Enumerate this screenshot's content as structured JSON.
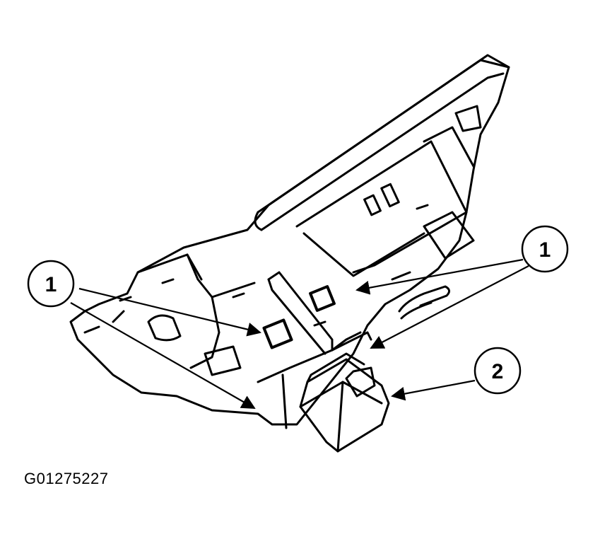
{
  "figure_id": "G01275227",
  "callouts": [
    {
      "number": "1"
    },
    {
      "number": "1"
    },
    {
      "number": "2"
    }
  ],
  "colors": {
    "line": "#000000",
    "background": "#ffffff"
  }
}
